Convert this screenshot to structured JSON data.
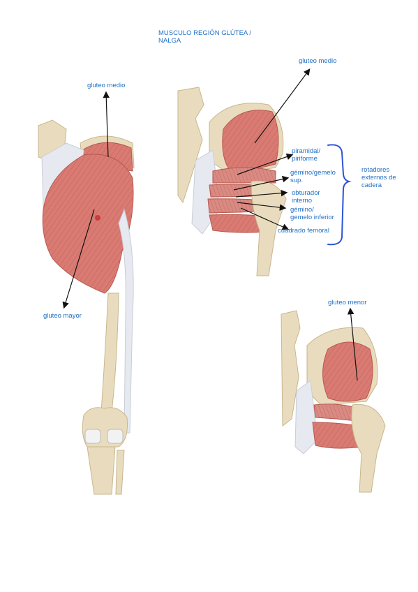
{
  "title": {
    "line1": "MUSCULO REGIÓN GLÚTEA /",
    "line2": "NALGA"
  },
  "left_figure": {
    "label_gluteo_medio": "gluteo medio",
    "label_gluteo_mayor": "gluteo mayor"
  },
  "top_right_figure": {
    "label_gluteo_medio": "gluteo medio",
    "label_piramidal": "piramidal/",
    "label_piriforme": "piriforme",
    "label_gemino_sup": "gémino/gemelo",
    "label_gemino_sup2": "sup.",
    "label_obturador": "obturador",
    "label_obturador2": "interno",
    "label_gemino_inf": "gémino/",
    "label_gemino_inf2": "gemelo inferior",
    "label_cuadrado": "cuadrado femoral",
    "bracket_label1": "rotadores",
    "bracket_label2": "externos de",
    "bracket_label3": "cadera"
  },
  "bottom_right_figure": {
    "label_gluteo_menor": "gluteo menor"
  },
  "colors": {
    "label_blue": "#1f6fc4",
    "muscle": "#d97b73",
    "muscle_dark": "#b85850",
    "bone": "#e9dcbe",
    "tendon": "#e6e9ef",
    "bracket": "#2a55d6"
  }
}
